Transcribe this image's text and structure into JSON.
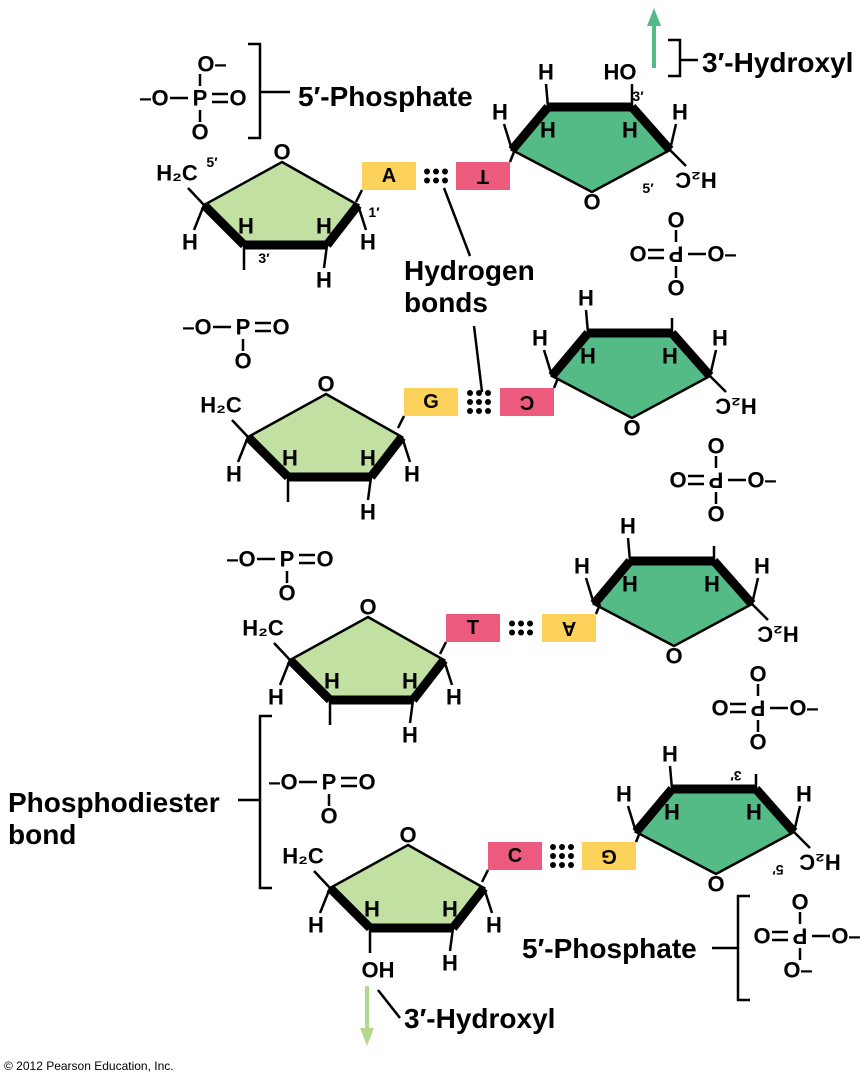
{
  "labels": {
    "phosphate5_top": "5′-Phosphate",
    "hydroxyl3_top": "3′-Hydroxyl",
    "hydrogen_bonds_1": "Hydrogen",
    "hydrogen_bonds_2": "bonds",
    "phosphodiester_1": "Phosphodiester",
    "phosphodiester_2": "bond",
    "phosphate5_bottom": "5′-Phosphate",
    "hydroxyl3_bottom": "3′-Hydroxyl",
    "copyright": "© 2012 Pearson Education, Inc."
  },
  "left_bases": [
    "A",
    "G",
    "T",
    "C"
  ],
  "right_bases": [
    "T",
    "C",
    "A",
    "G"
  ],
  "colors": {
    "left_sugar": "#c3e0a3",
    "right_sugar": "#55bb86",
    "base_yellow": "#fdd25a",
    "base_pink": "#ec5b7d",
    "arrow_right": "#55bb86",
    "arrow_left": "#b2d88f"
  },
  "atoms": {
    "O": "O",
    "P": "P",
    "H": "H",
    "H2C": "H₂C",
    "OH": "OH",
    "HO": "HO",
    "O_minus": "O–",
    "minus_O": "–O",
    "prime1": "1′",
    "prime3": "3′",
    "prime5": "5′"
  }
}
